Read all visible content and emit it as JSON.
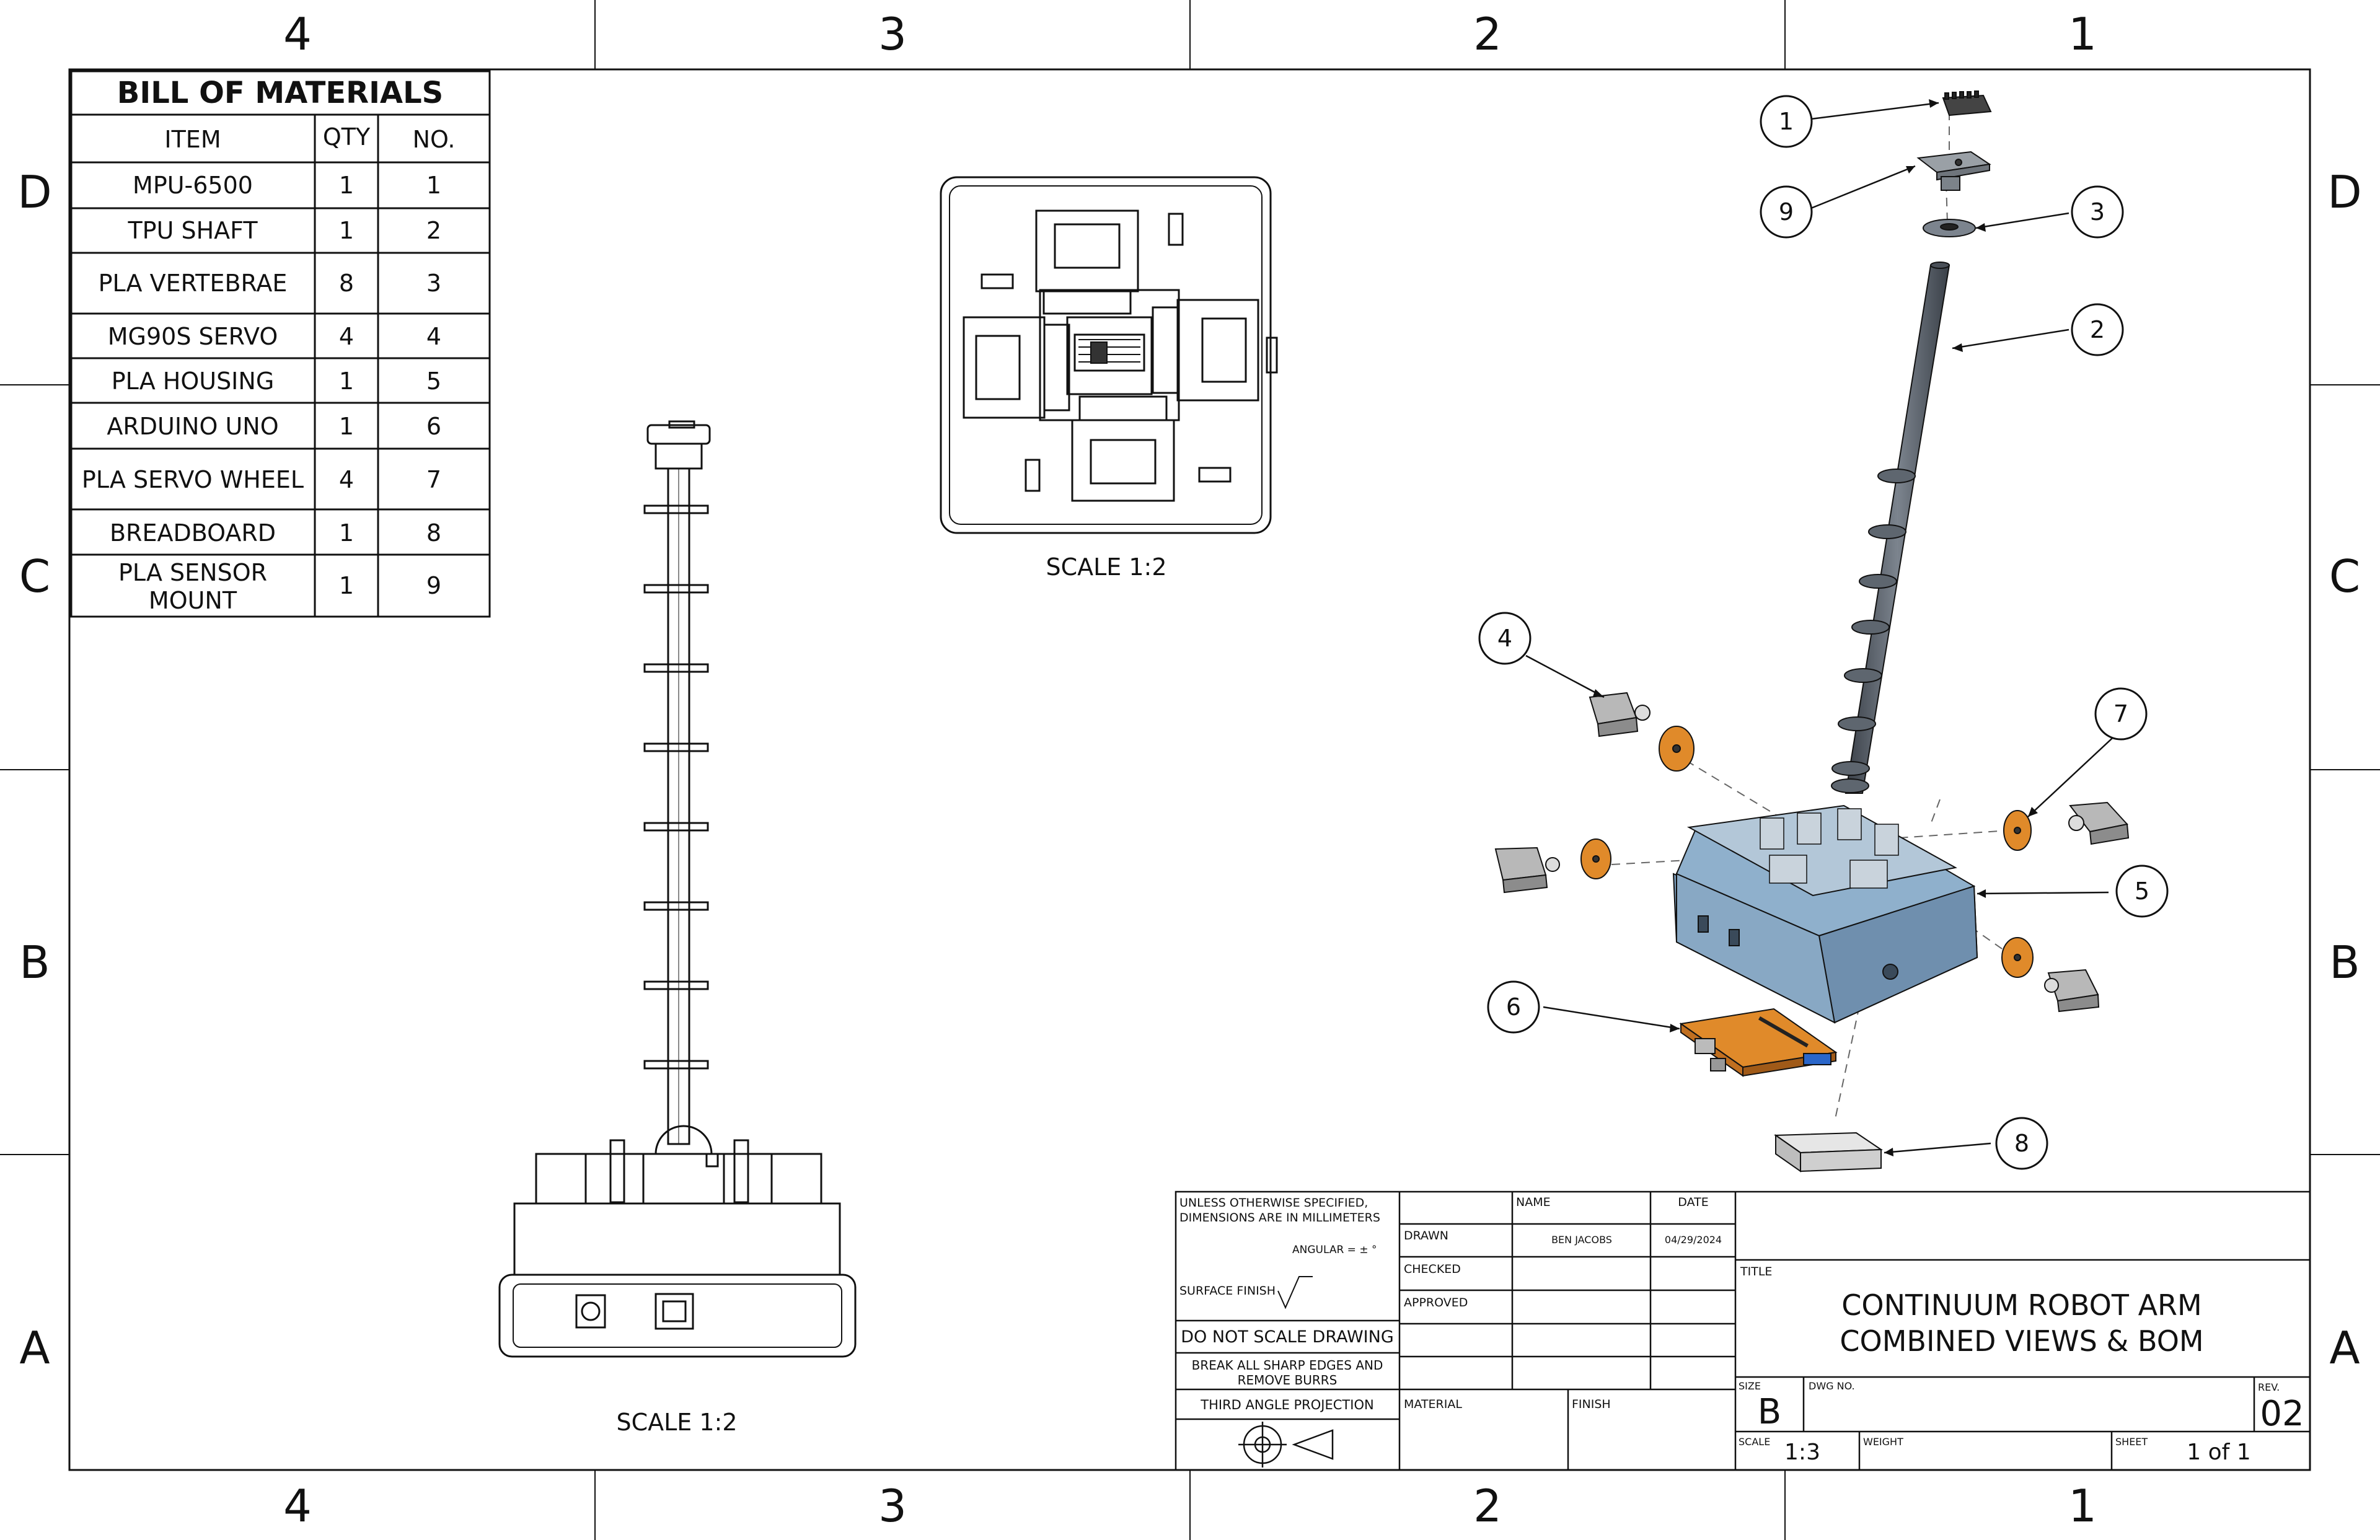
{
  "zones": {
    "columns": [
      "4",
      "3",
      "2",
      "1"
    ],
    "rows": [
      "D",
      "C",
      "B",
      "A"
    ]
  },
  "bom": {
    "title": "BILL OF MATERIALS",
    "headers": [
      "ITEM",
      "QTY",
      "NO."
    ],
    "rows": [
      {
        "item": "MPU-6500",
        "qty": "1",
        "no": "1"
      },
      {
        "item": "TPU SHAFT",
        "qty": "1",
        "no": "2"
      },
      {
        "item": "PLA VERTEBRAE",
        "qty": "8",
        "no": "3"
      },
      {
        "item": "MG90S SERVO",
        "qty": "4",
        "no": "4"
      },
      {
        "item": "PLA HOUSING",
        "qty": "1",
        "no": "5"
      },
      {
        "item": "ARDUINO UNO",
        "qty": "1",
        "no": "6"
      },
      {
        "item": "PLA SERVO WHEEL",
        "qty": "4",
        "no": "7"
      },
      {
        "item": "BREADBOARD",
        "qty": "1",
        "no": "8"
      },
      {
        "item": "PLA SENSOR MOUNT",
        "item_lines": [
          "PLA SENSOR",
          "MOUNT"
        ],
        "qty": "1",
        "no": "9"
      }
    ]
  },
  "views": {
    "top_view_scale": "SCALE 1:2",
    "front_view_scale": "SCALE 1:2"
  },
  "balloons": [
    "1",
    "9",
    "3",
    "2",
    "4",
    "7",
    "5",
    "6",
    "8"
  ],
  "title_block": {
    "unless_line1": "UNLESS OTHERWISE SPECIFIED,",
    "unless_line2": "DIMENSIONS ARE IN MILLIMETERS",
    "angular": "ANGULAR = ± °",
    "surface_finish": "SURFACE FINISH",
    "do_not_scale": "DO NOT SCALE DRAWING",
    "break_edges_line1": "BREAK ALL SHARP EDGES AND",
    "break_edges_line2": "REMOVE BURRS",
    "projection": "THIRD ANGLE PROJECTION",
    "name_header": "NAME",
    "date_header": "DATE",
    "drawn_label": "DRAWN",
    "drawn_name": "BEN JACOBS",
    "drawn_date": "04/29/2024",
    "checked_label": "CHECKED",
    "approved_label": "APPROVED",
    "material_label": "MATERIAL",
    "finish_label": "FINISH",
    "title_label": "TITLE",
    "title_line1": "CONTINUUM ROBOT ARM",
    "title_line2": "COMBINED VIEWS & BOM",
    "size_label": "SIZE",
    "size_value": "B",
    "dwg_no_label": "DWG NO.",
    "rev_label": "REV.",
    "rev_value": "02",
    "scale_label": "SCALE",
    "scale_value": "1:3",
    "weight_label": "WEIGHT",
    "sheet_label": "SHEET",
    "sheet_value": "1 of 1"
  },
  "colors": {
    "line": "#111111",
    "housing_blue": "#8fb0cc",
    "housing_blue_dark": "#6f8fae",
    "orange_pcb": "#e08a2a",
    "shaft_gray": "#555c66",
    "servo_gray": "#b8b8b8"
  }
}
